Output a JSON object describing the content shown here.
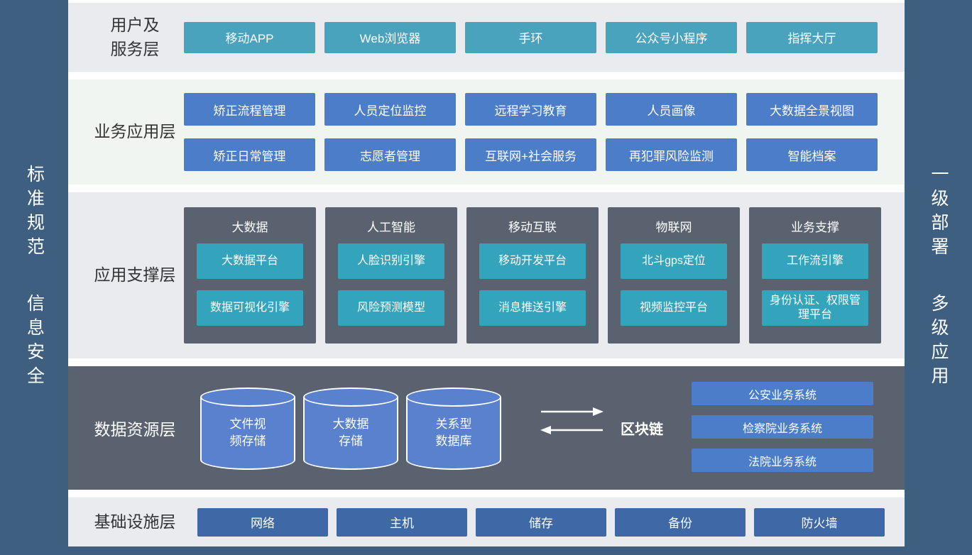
{
  "banners": {
    "left": [
      "标准规范",
      "信息安全"
    ],
    "right": [
      "一级部署",
      "多级应用"
    ]
  },
  "layers": {
    "user_service": {
      "label": "用户及\n服务层",
      "items": [
        "移动APP",
        "Web浏览器",
        "手环",
        "公众号小程序",
        "指挥大厅"
      ]
    },
    "business_app": {
      "label": "业务应用层",
      "row1": [
        "矫正流程管理",
        "人员定位监控",
        "远程学习教育",
        "人员画像",
        "大数据全景视图"
      ],
      "row2": [
        "矫正日常管理",
        "志愿者管理",
        "互联网+社会服务",
        "再犯罪风险监测",
        "智能档案"
      ]
    },
    "app_support": {
      "label": "应用支撑层",
      "cards": [
        {
          "title": "大数据",
          "items": [
            "大数据平台",
            "数据可视化引擎"
          ]
        },
        {
          "title": "人工智能",
          "items": [
            "人脸识别引擎",
            "风险预测模型"
          ]
        },
        {
          "title": "移动互联",
          "items": [
            "移动开发平台",
            "消息推送引擎"
          ]
        },
        {
          "title": "物联网",
          "items": [
            "北斗gps定位",
            "视频监控平台"
          ]
        },
        {
          "title": "业务支撑",
          "items": [
            "工作流引擎",
            "身份认证、权限管理平台"
          ]
        }
      ]
    },
    "data_resource": {
      "label": "数据资源层",
      "cylinders": [
        "文件视\n频存储",
        "大数据\n存储",
        "关系型\n数据库"
      ],
      "blockchain": "区块链",
      "systems": [
        "公安业务系统",
        "检察院业务系统",
        "法院业务系统"
      ]
    },
    "infrastructure": {
      "label": "基础设施层",
      "items": [
        "网络",
        "主机",
        "储存",
        "备份",
        "防火墙"
      ]
    }
  },
  "colors": {
    "sidebar": "#3e5f7f",
    "layer_gray": "#e9ebee",
    "layer_green": "#f0f5f1",
    "teal_button": "#4aa3bd",
    "blue_button": "#4c7dc9",
    "dark_panel": "#59626e",
    "inner_teal": "#33a4bb",
    "cylinder_blue": "#5a81ce",
    "infra_blue": "#3e68a6"
  }
}
